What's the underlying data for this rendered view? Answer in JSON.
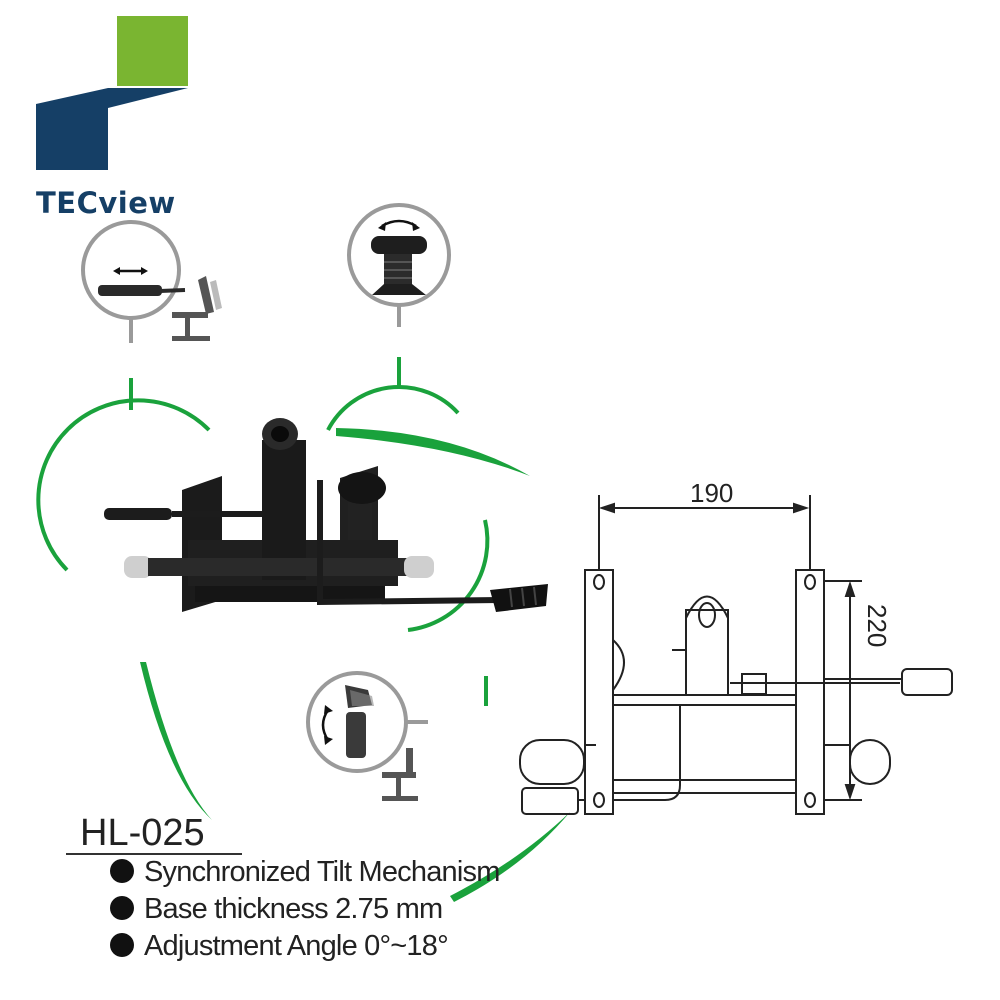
{
  "brand": {
    "name": "TECview",
    "colors": {
      "green": "#7ab531",
      "navy": "#153f66"
    }
  },
  "product": {
    "model": "HL-025",
    "features": [
      "Synchronized Tilt  Mechanism",
      "Base thickness 2.75 mm",
      "Adjustment Angle 0°~18°"
    ]
  },
  "dimensions": {
    "width": "190",
    "height": "220"
  },
  "accent_color": "#1aa23c",
  "icons": [
    "seat-depth-slide-icon",
    "tension-knob-rotate-icon",
    "backrest-tilt-lock-icon"
  ]
}
